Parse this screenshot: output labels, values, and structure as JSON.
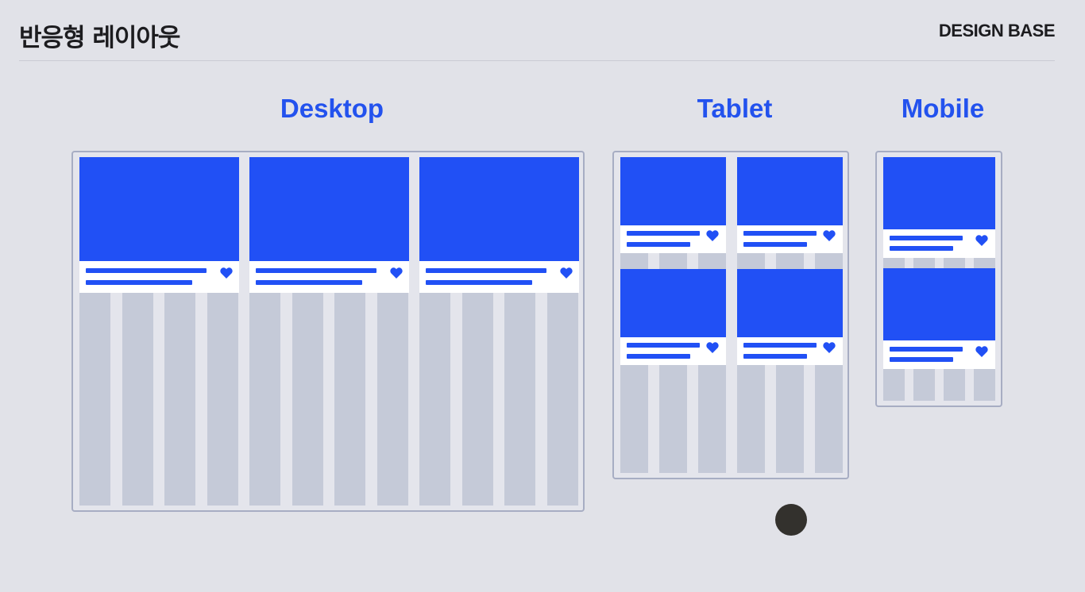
{
  "page": {
    "title": "반응형 레이아웃",
    "brand": "DESIGN BASE"
  },
  "layouts": {
    "desktop": {
      "label": "Desktop",
      "columns": 12,
      "cards": 3
    },
    "tablet": {
      "label": "Tablet",
      "columns": 6,
      "cards": 4
    },
    "mobile": {
      "label": "Mobile",
      "columns": 4,
      "cards": 2
    }
  },
  "colors": {
    "accent": "#2150f5",
    "label": "#2352ee",
    "background": "#e1e2e8",
    "grid_column": "#c5cad8",
    "frame_border": "#a7adc3"
  },
  "icons": {
    "card_icon": "heart-icon",
    "pointer": "cursor-dot"
  }
}
